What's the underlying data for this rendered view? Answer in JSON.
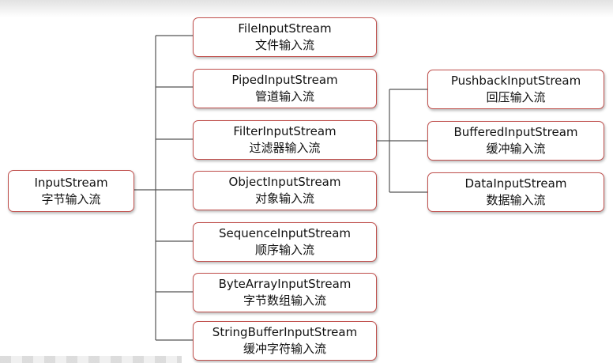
{
  "root": {
    "en": "InputStream",
    "zh": "字节输入流"
  },
  "children": [
    {
      "en": "FileInputStream",
      "zh": "文件输入流"
    },
    {
      "en": "PipedInputStream",
      "zh": "管道输入流"
    },
    {
      "en": "FilterInputStream",
      "zh": "过滤器输入流"
    },
    {
      "en": "ObjectInputStream",
      "zh": "对象输入流"
    },
    {
      "en": "SequenceInputStream",
      "zh": "顺序输入流"
    },
    {
      "en": "ByteArrayInputStream",
      "zh": "字节数组输入流"
    },
    {
      "en": "StringBufferInputStream",
      "zh": "缓冲字符输入流"
    }
  ],
  "filter_children": [
    {
      "en": "PushbackInputStream",
      "zh": "回压输入流"
    },
    {
      "en": "BufferedInputStream",
      "zh": "缓冲输入流"
    },
    {
      "en": "DataInputStream",
      "zh": "数据输入流"
    }
  ],
  "colors": {
    "border": "#c0504d",
    "line": "#555555"
  }
}
